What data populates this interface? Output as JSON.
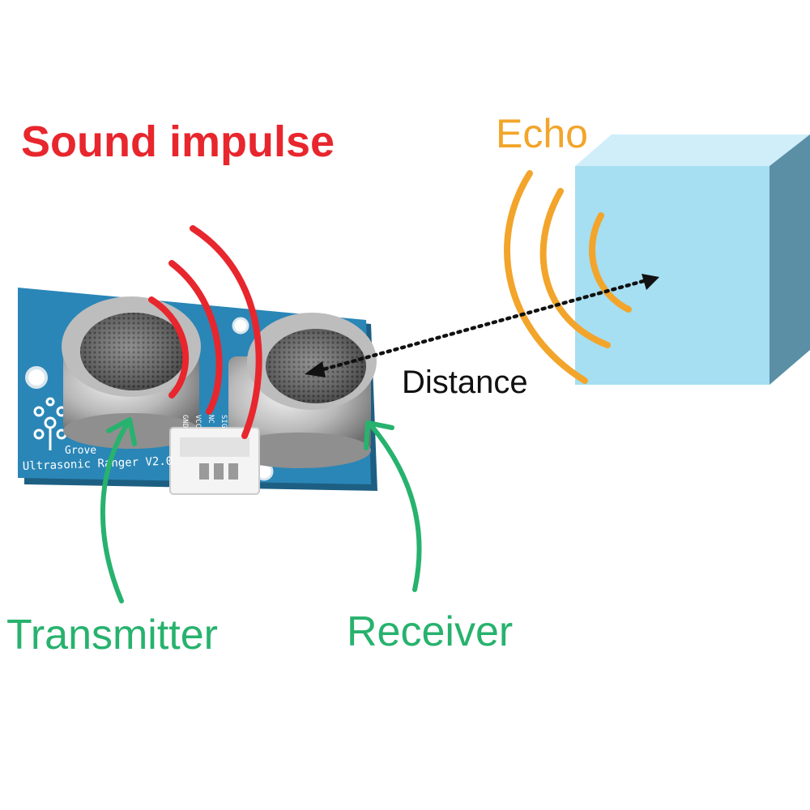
{
  "labels": {
    "sound_impulse": "Sound impulse",
    "echo": "Echo",
    "distance": "Distance",
    "transmitter": "Transmitter",
    "receiver": "Receiver"
  },
  "board": {
    "brand": "Grove",
    "model": "Ultrasonic Ranger V2.0",
    "pins": [
      "GND",
      "VCC",
      "NC",
      "SIG"
    ]
  },
  "colors": {
    "sound": "#e8262d",
    "echo": "#f2a52a",
    "arrows": "#27b26e",
    "distance": "#111111",
    "board": "#2a86b6",
    "cube_front": "#a6def2",
    "cube_top": "#cfeef9",
    "cube_side": "#5a8fa6"
  }
}
